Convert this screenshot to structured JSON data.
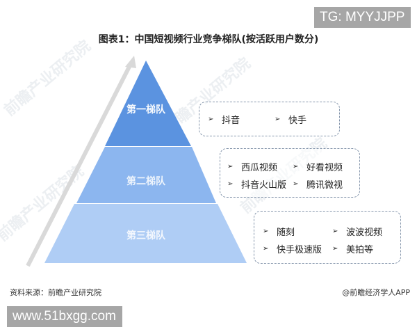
{
  "badges": {
    "top_right": "TG: MYYJJPP",
    "bottom_left": "www.51bxgg.com"
  },
  "title": "图表1：中国短视频行业竞争梯队(按活跃用户数分)",
  "diagram": {
    "type": "pyramid",
    "arrow_icon": "arrow-up-right-icon",
    "colors": {
      "tier1": "#5b93e0",
      "tier2": "#8cb6ef",
      "tier3": "#afcdf5",
      "arrow": "#d9d9d9",
      "box_border": "#8495ab"
    },
    "tiers": [
      {
        "label": "第一梯队",
        "items": [
          "抖音",
          "快手"
        ]
      },
      {
        "label": "第二梯队",
        "items": [
          "西瓜视频",
          "好看视频",
          "抖音火山版",
          "腾讯微视"
        ]
      },
      {
        "label": "第三梯队",
        "items": [
          "随刻",
          "波波视频",
          "快手极速版",
          "美拍等"
        ]
      }
    ],
    "bullet_glyph": "➢"
  },
  "footer": {
    "source": "资料来源：前瞻产业研究院",
    "credit": "@前瞻经济学人APP"
  },
  "watermark_text": "前瞻产业研究院"
}
